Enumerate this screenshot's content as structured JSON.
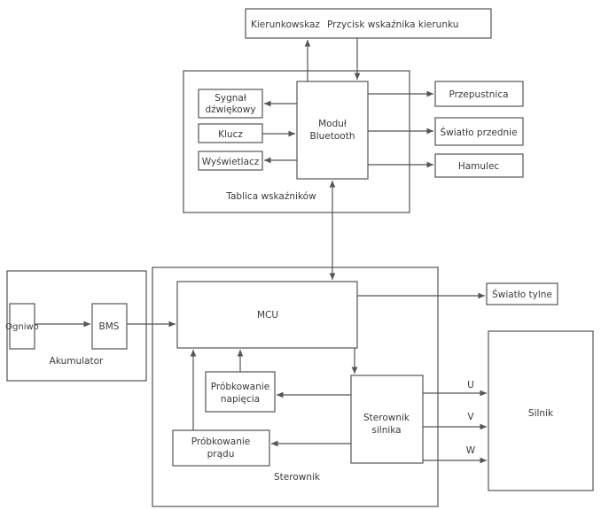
{
  "diagram": {
    "top": {
      "turn_signal": "Kierunkowskaz",
      "turn_signal_button": "Przycisk wskaźnika kierunku"
    },
    "dashboard": {
      "title": "Tablica wskaźników",
      "bluetooth_line1": "Moduł",
      "bluetooth_line2": "Bluetooth",
      "buzzer_line1": "Sygnał",
      "buzzer_line2": "dźwiękowy",
      "key": "Klucz",
      "display": "Wyświetlacz"
    },
    "right_outputs": {
      "throttle": "Przepustnica",
      "front_light": "Światło przednie",
      "brake": "Hamulec"
    },
    "battery": {
      "title": "Akumulator",
      "cell": "Ogniwo",
      "bms": "BMS"
    },
    "controller": {
      "title": "Sterownik",
      "mcu": "MCU",
      "voltage_line1": "Próbkowanie",
      "voltage_line2": "napięcia",
      "current_line1": "Próbkowanie",
      "current_line2": "prądu",
      "motor_driver_line1": "Sterownik",
      "motor_driver_line2": "silnika"
    },
    "tail_light": "Światło tylne",
    "motor": "Silnik",
    "phases": {
      "u": "U",
      "v": "V",
      "w": "W"
    }
  }
}
